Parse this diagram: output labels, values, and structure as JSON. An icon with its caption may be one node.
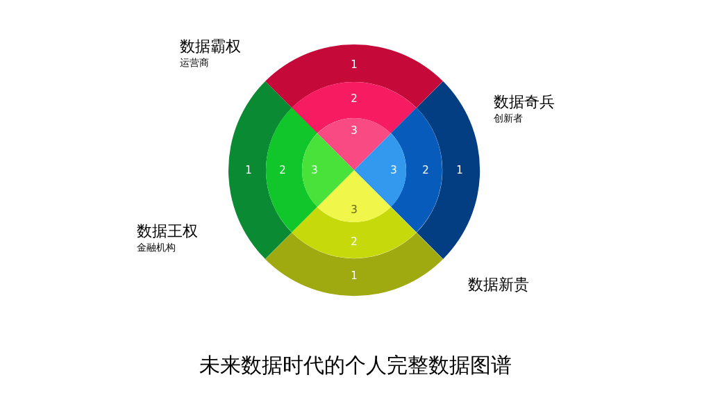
{
  "diagram": {
    "title": "未来数据时代的个人完整数据图谱",
    "nodes": [
      {
        "text": [
          "1"
        ]
      },
      {
        "text": [
          "2"
        ]
      },
      {
        "text": [
          "3"
        ]
      },
      {
        "text": [
          "1"
        ]
      },
      {
        "text": [
          "2"
        ]
      },
      {
        "text": [
          "3"
        ]
      },
      {
        "text": [
          "1"
        ]
      },
      {
        "text": [
          "2"
        ]
      },
      {
        "text": [
          "3"
        ]
      },
      {
        "text": [
          "1"
        ]
      },
      {
        "text": [
          "2"
        ]
      },
      {
        "text": [
          "3"
        ]
      }
    ],
    "labels": [
      "数据霸权",
      "运营商",
      "数据奇兵",
      "创新者",
      "数据王权",
      "金融机构",
      "数据新贵"
    ]
  }
}
